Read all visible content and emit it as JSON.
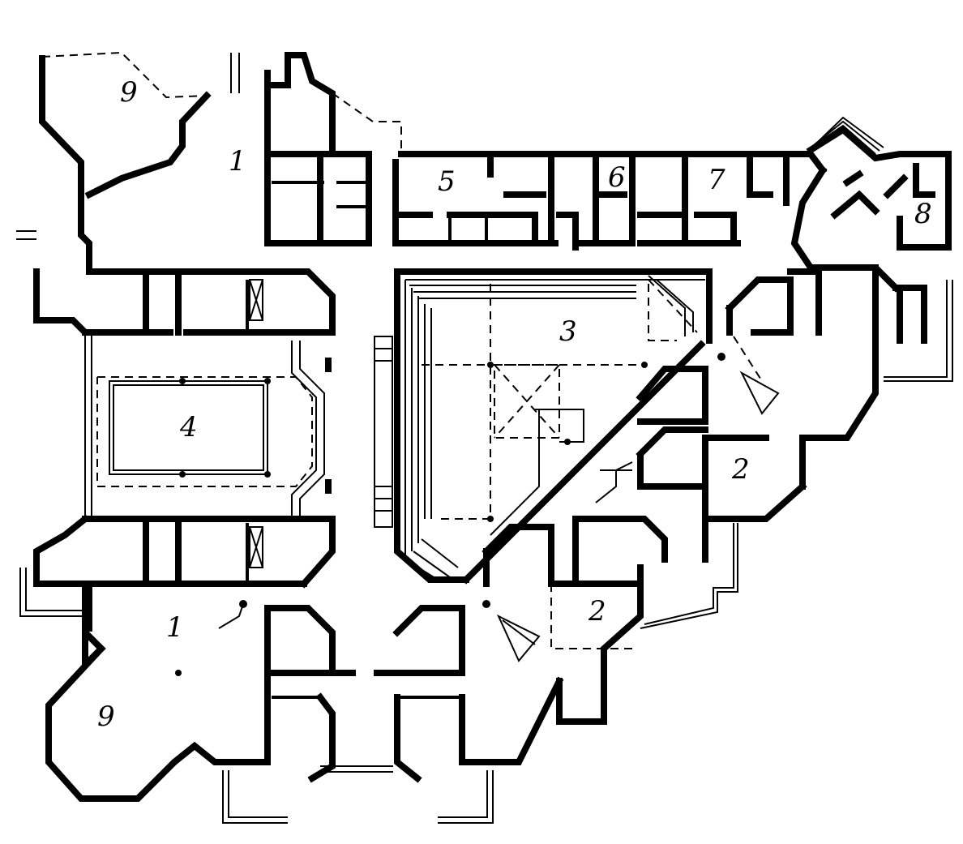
{
  "rooms": [
    {
      "id": "room-1-top",
      "label": "1"
    },
    {
      "id": "room-1-bottom",
      "label": "1"
    },
    {
      "id": "room-2-right",
      "label": "2"
    },
    {
      "id": "room-2-lower",
      "label": "2"
    },
    {
      "id": "room-3",
      "label": "3"
    },
    {
      "id": "room-4",
      "label": "4"
    },
    {
      "id": "room-5",
      "label": "5"
    },
    {
      "id": "room-6",
      "label": "6"
    },
    {
      "id": "room-7",
      "label": "7"
    },
    {
      "id": "room-8",
      "label": "8"
    },
    {
      "id": "room-9-top",
      "label": "9"
    },
    {
      "id": "room-9-bottom",
      "label": "9"
    }
  ],
  "colors": {
    "ink": "#000000",
    "paper": "#ffffff"
  }
}
